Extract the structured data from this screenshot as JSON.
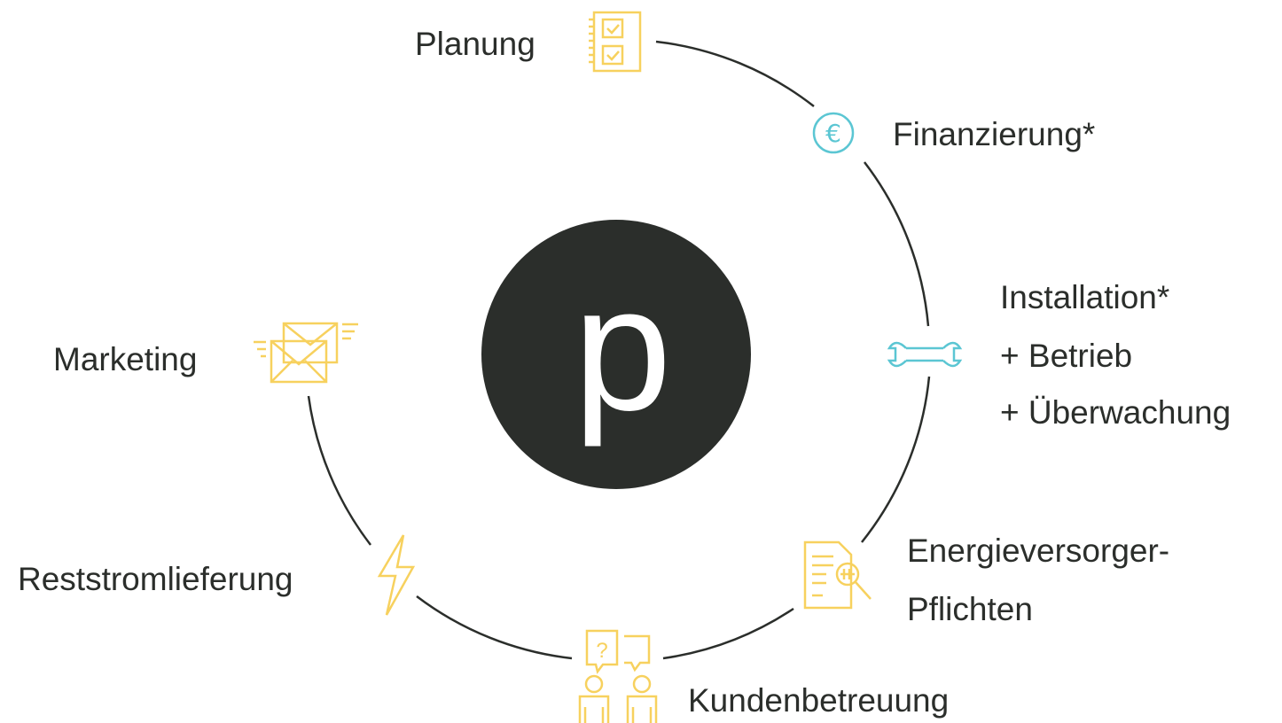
{
  "center": {
    "letter": "p",
    "fill": "#2b2e2b",
    "text_color": "#ffffff"
  },
  "colors": {
    "yellow_icon": "#f7d15e",
    "cyan_icon": "#5bc6d3",
    "ring": "#2b2e2b",
    "text": "#2b2e2b"
  },
  "nodes": {
    "planung": {
      "label": "Planung",
      "icon": "checklist-icon"
    },
    "finanzierung": {
      "label": "Finanzierung*",
      "icon": "euro-coin-icon"
    },
    "installation": {
      "lines": [
        "Installation*",
        "+ Betrieb",
        "+ Überwachung"
      ],
      "icon": "wrench-icon"
    },
    "energieversorger": {
      "lines": [
        "Energieversorger-",
        "Pflichten"
      ],
      "icon": "document-search-icon"
    },
    "kundenbetreuung": {
      "label": "Kundenbetreuung",
      "icon": "customer-chat-icon"
    },
    "reststrom": {
      "label": "Reststromlieferung",
      "icon": "lightning-icon"
    },
    "marketing": {
      "label": "Marketing",
      "icon": "envelopes-icon"
    }
  }
}
